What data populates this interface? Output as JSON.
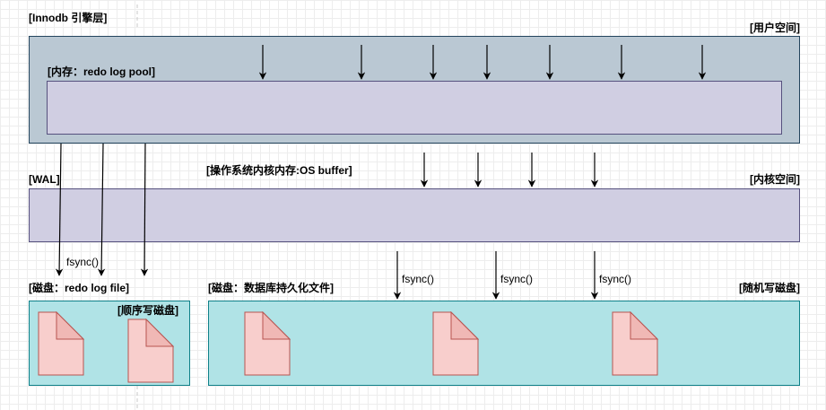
{
  "labels": {
    "engine": "[Innodb 引擎层]",
    "user_space": "[用户空间]",
    "memory_pool": "[内存：redo log pool]",
    "os_buffer": "[操作系统内核内存:OS buffer]",
    "wal": "[WAL]",
    "kernel_space": "[内核空间]",
    "redo_disk": "[磁盘：redo log file]",
    "sequential_write": "[顺序写磁盘]",
    "db_disk": "[磁盘：数据库持久化文件]",
    "random_write": "[随机写磁盘]"
  },
  "fsync_labels": [
    "fsync()",
    "fsync()",
    "fsync()",
    "fsync()"
  ],
  "icons": [
    "document-icon"
  ],
  "colors": {
    "user_space_fill": "#bac8d3",
    "user_space_stroke": "#23445d",
    "pool_fill": "#d0cee2",
    "pool_stroke": "#56517e",
    "disk_fill": "#b0e3e6",
    "disk_stroke": "#0e8088",
    "file_fill": "#f8cecc",
    "file_stroke": "#b85450"
  }
}
